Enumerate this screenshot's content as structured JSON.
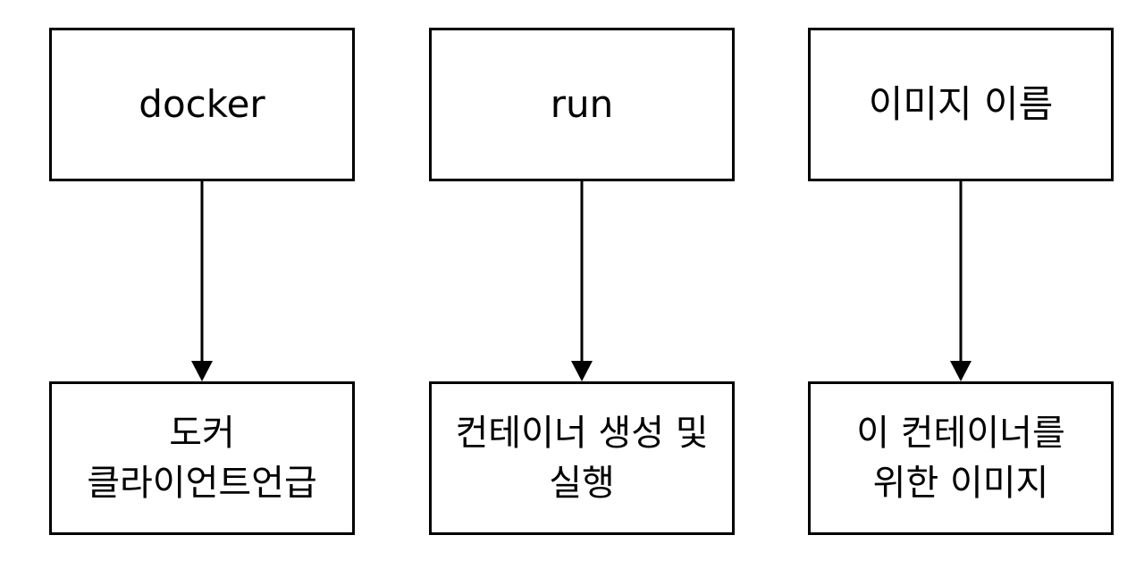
{
  "diagram": {
    "columns": [
      {
        "command": {
          "lines": [
            "docker"
          ]
        },
        "description": {
          "lines": [
            "도커",
            "클라이언트언급"
          ]
        }
      },
      {
        "command": {
          "lines": [
            "run"
          ]
        },
        "description": {
          "lines": [
            "컨테이너 생성 및",
            "실행"
          ]
        }
      },
      {
        "command": {
          "lines": [
            "이미지 이름"
          ]
        },
        "description": {
          "lines": [
            "이 컨테이너를",
            "위한 이미지"
          ]
        }
      }
    ],
    "stroke_color": "#000000",
    "fill_color": "#ffffff"
  }
}
